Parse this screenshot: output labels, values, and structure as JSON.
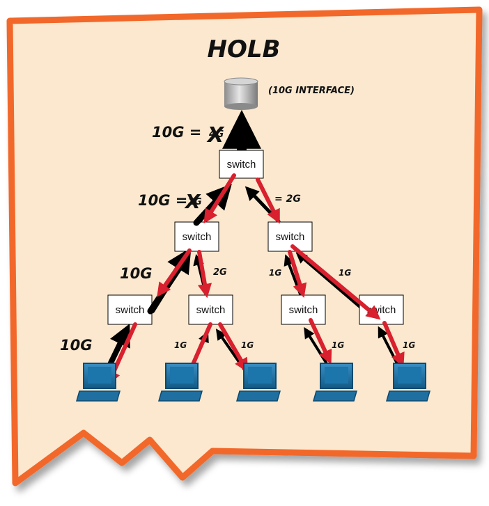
{
  "title": "HOLB",
  "server_label": "(10G INTERFACE)",
  "switch_label": "switch",
  "link_labels": {
    "uplink": "10G = ",
    "uplink_struck": "4G",
    "uplink_x": "X",
    "left_trunk": "10G =",
    "left_trunk_struck": "2G",
    "left_trunk_x": "X",
    "right_trunk": "= 2G",
    "left_branch_10g": "10G",
    "left_branch_2g": "2G",
    "right_branch_1g_a": "1G",
    "right_branch_1g_b": "1G",
    "host_10g": "10G",
    "host_1g_a": "1G",
    "host_1g_b": "1G",
    "host_1g_c": "1G",
    "host_1g_d": "1G"
  },
  "colors": {
    "background": "#fbe8cf",
    "border": "#f2672a",
    "flow_arrow": "#d8202e",
    "link_arrow": "#000000",
    "computer": "#1f6fa0"
  }
}
